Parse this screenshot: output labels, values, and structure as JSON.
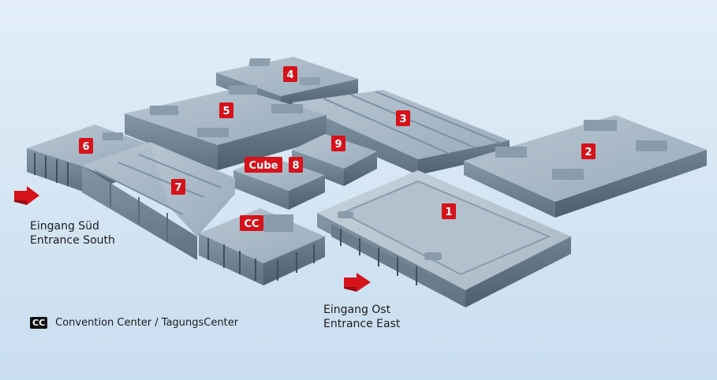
{
  "halls": {
    "h1": "1",
    "h2": "2",
    "h3": "3",
    "h4": "4",
    "h5": "5",
    "h6": "6",
    "h7": "7",
    "h8": "8",
    "h9": "9",
    "cube": "Cube",
    "cc": "CC"
  },
  "entrances": {
    "south_de": "Eingang Süd",
    "south_en": "Entrance South",
    "east_de": "Eingang Ost",
    "east_en": "Entrance East"
  },
  "legend": {
    "chip": "CC",
    "text": "Convention Center / TagungsCenter"
  },
  "colors": {
    "badge_red": "#d6121a",
    "entrance_arrow": "#d6121a",
    "building_top": "#a8b8c6",
    "building_side": "#7d8f9e"
  }
}
